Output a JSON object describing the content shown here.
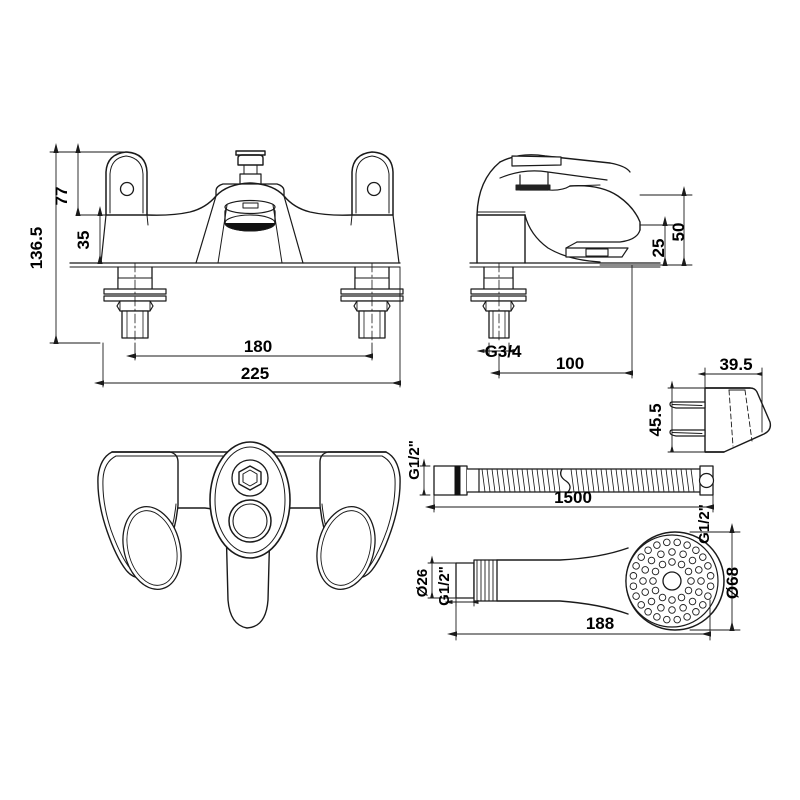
{
  "drawing": {
    "title": "Bath shower mixer tap technical dimension drawing",
    "line_color": "#1a1a1a",
    "background": "#ffffff",
    "units": "mm"
  },
  "views": {
    "front": {
      "name": "front-elevation-view",
      "description": "Two-handle bath shower mixer, front elevation with deck mounting studs"
    },
    "side": {
      "name": "side-elevation-view",
      "description": "Side elevation of mixer showing lever handle and spout"
    },
    "plan": {
      "name": "plan-top-view",
      "description": "Top plan view of mixer body with two handles and diverter"
    },
    "hose": {
      "name": "shower-hose-view",
      "description": "Flexible shower hose with conical nuts at both ends"
    },
    "handset": {
      "name": "shower-handset-view",
      "description": "Single function shower handset with threaded inlet"
    },
    "bracket": {
      "name": "wall-bracket-view",
      "description": "Wall bracket holder section with two fixing slots"
    }
  },
  "dimensions": {
    "front_total_height": "136.5",
    "front_handle_height": "77",
    "front_body_height": "35",
    "front_centres": "180",
    "front_overall_width": "225",
    "side_spout_height": "50",
    "side_spout_outlet": "25",
    "side_projection": "100",
    "side_thread": "G3/4",
    "bracket_width": "39.5",
    "bracket_height": "45.5",
    "hose_length": "1500",
    "hose_inlet_thread": "G1/2\"",
    "hose_outlet_thread": "G1/2\"",
    "handset_length": "188",
    "handset_stem_dia": "Ø26",
    "handset_thread": "G1/2\"",
    "handset_head_dia": "Ø68"
  }
}
